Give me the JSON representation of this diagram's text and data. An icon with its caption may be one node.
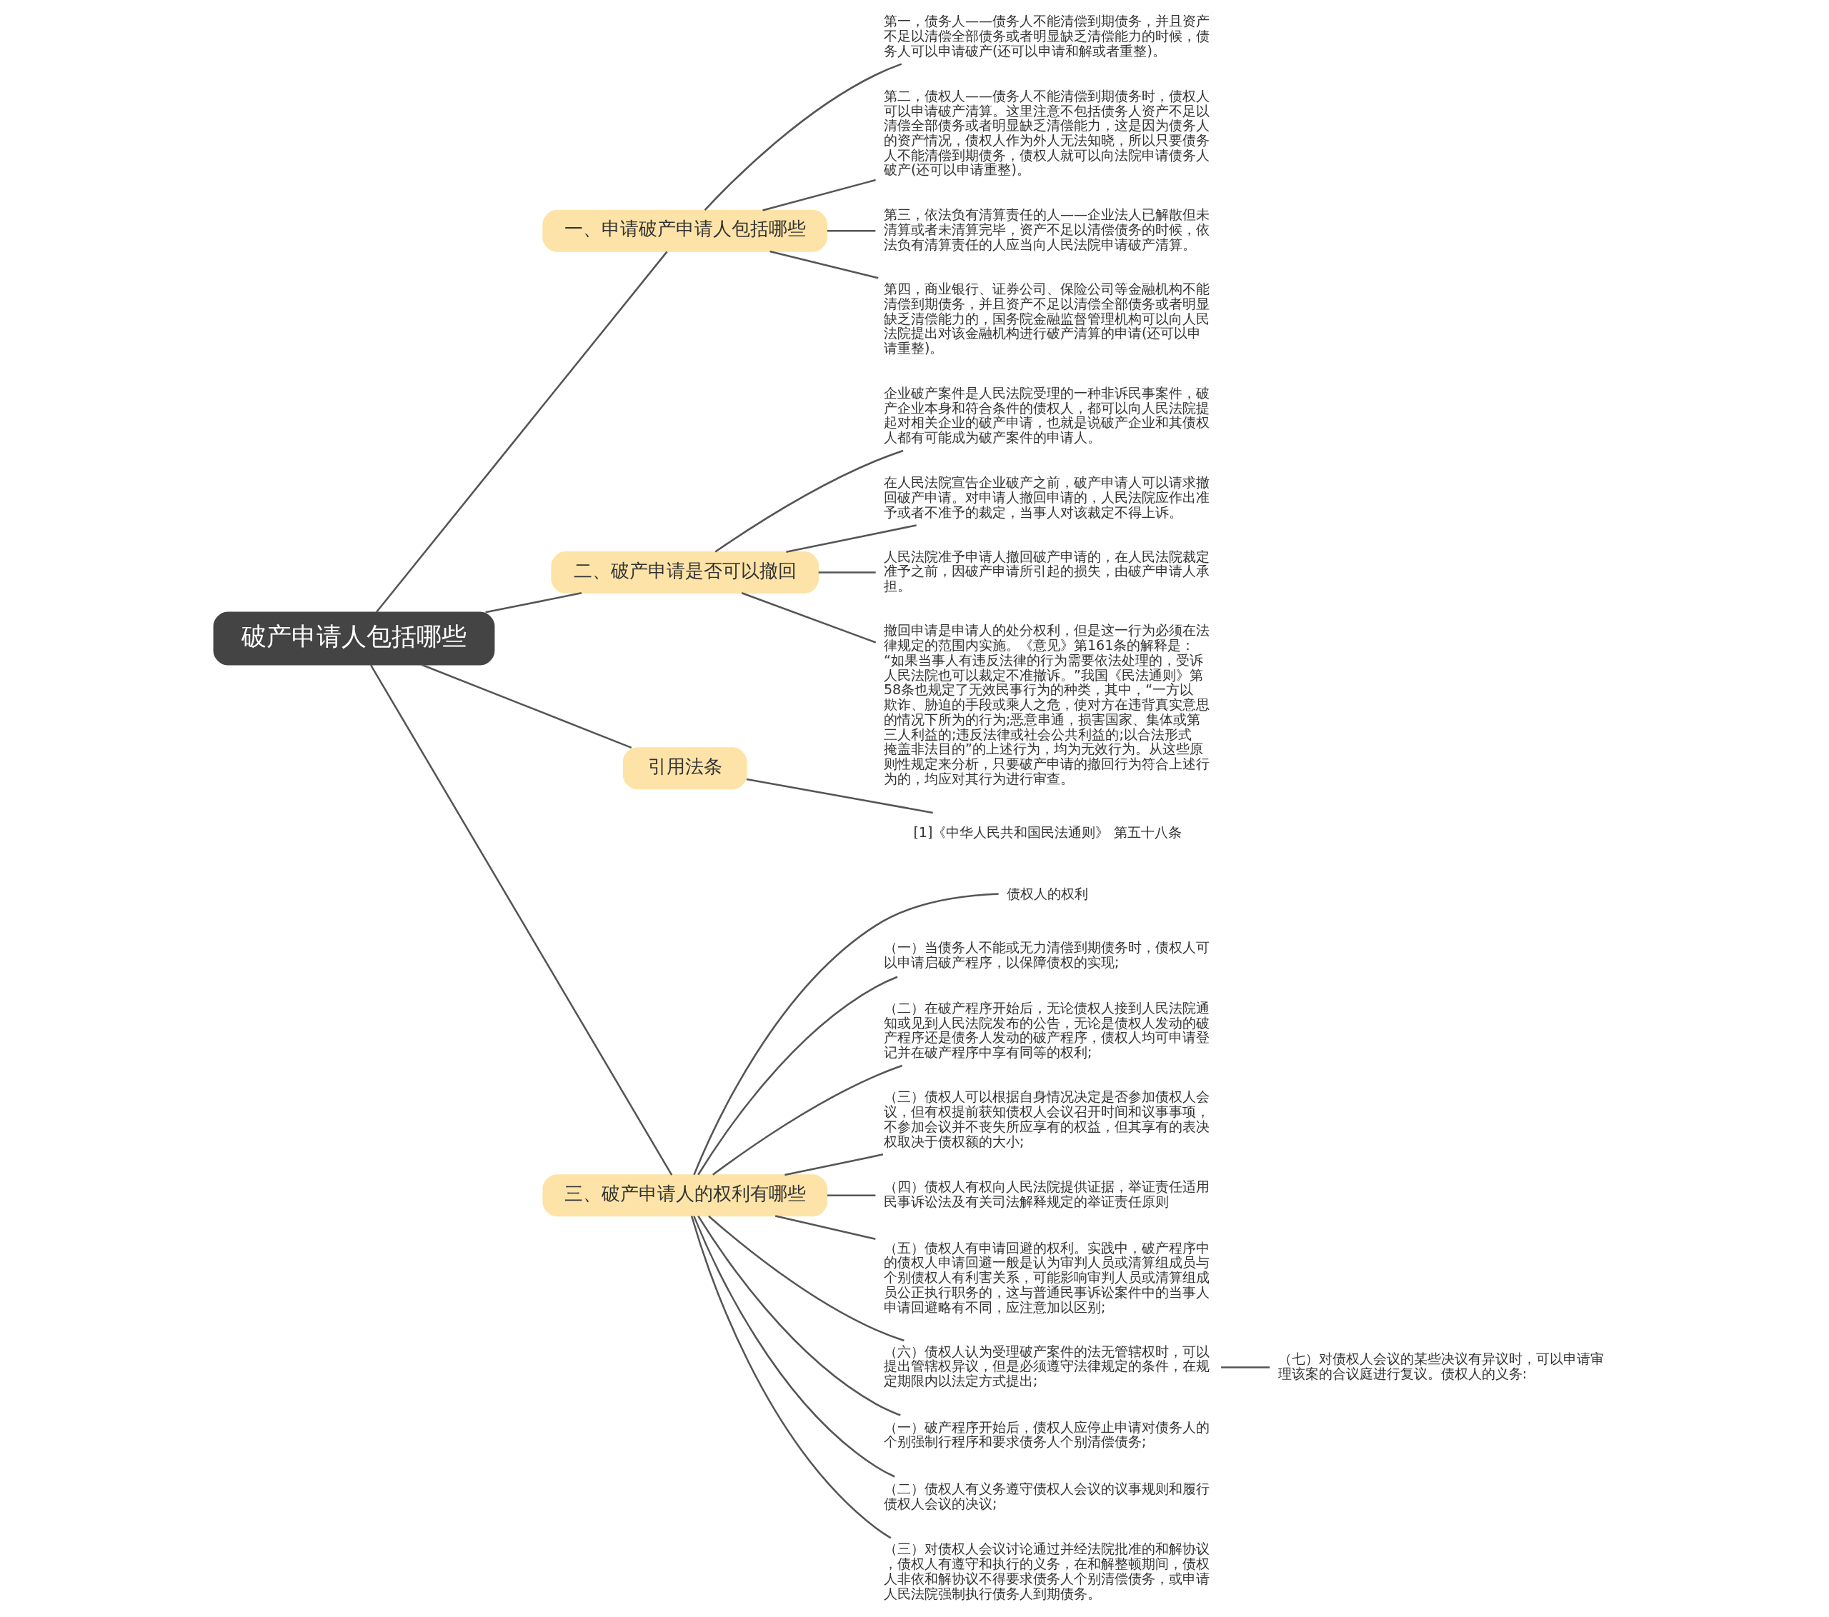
{
  "diagram": {
    "nodes": [
      {
        "text": [
          "破产申请人包括哪些"
        ]
      },
      {
        "text": [
          "一、申请破产申请人包括哪些"
        ]
      },
      {
        "text": [
          "第一，债务人——债务人不能清偿到期债务，并且资产不足以清偿全部债务或者明显缺乏清偿能力的时候，债务人可以申请破产(还可以申请和解或者重整)。"
        ]
      },
      {
        "text": [
          "第二，债权人——债务人不能清偿到期债务时，债权人可以申请破产清算。这里注意不包括债务人资产不足以清偿全部债务或者明显缺乏清偿能力，这是因为债务人的资产情况，债权人作为外人无法知晓，所以只要债务人不能清偿到期债务，债权人就可以向法院申请债务人破产(还可以申请重整)。"
        ]
      },
      {
        "text": [
          "第三，依法负有清算责任的人——企业法人已解散但未清算或者未清算完毕，资产不足以清偿债务的时候，依法负有清算责任的人应当向人民法院申请破产清算。"
        ]
      },
      {
        "text": [
          "第四，商业银行、证券公司、保险公司等金融机构不能清偿到期债务，并且资产不足以清偿全部债务或者明显缺乏清偿能力的，国务院金融监督管理机构可以向人民法院提出对该金融机构进行破产清算的申请(还可以申请重整)。"
        ]
      },
      {
        "text": [
          "二、破产申请是否可以撤回"
        ]
      },
      {
        "text": [
          "企业破产案件是人民法院受理的一种非诉民事案件，破产企业本身和符合条件的债权人，都可以向人民法院提起对相关企业的破产申请，也就是说破产企业和其债权人都有可能成为破产案件的申请人。"
        ]
      },
      {
        "text": [
          "在人民法院宣告企业破产之前，破产申请人可以请求撤回破产申请。对申请人撤回申请的，人民法院应作出准予或者不准予的裁定，当事人对该裁定不得上诉。"
        ]
      },
      {
        "text": [
          "人民法院准予申请人撤回破产申请的，在人民法院裁定准予之前，因破产申请所引起的损失，由破产申请人承担。"
        ]
      },
      {
        "text": [
          "撤回申请是申请人的处分权利，但是这一行为必须在法律规定的范围内实施。《意见》第161条的解释是：“如果当事人有违反法律的行为需要依法处理的，受诉人民法院也可以裁定不准撤诉。”我国《民法通则》第58条也规定了无效民事行为的种类，其中，“一方以欺诈、胁迫的手段或乘人之危，使对方在违背真实意思的情况下所为的行为;恶意串通，损害国家、集体或第三人利益的;违反法律或社会公共利益的;以合法形式掩盖非法目的”的上述行为，均为无效行为。从这些原则性规定来分析，只要破产申请的撤回行为符合上述行为的，均应对其行为进行审查。"
        ]
      },
      {
        "text": [
          "引用法条"
        ]
      },
      {
        "text": [
          "[1]《中华人民共和国民法通则》 第五十八条"
        ]
      },
      {
        "text": [
          "三、破产申请人的权利有哪些"
        ]
      },
      {
        "text": [
          "债权人的权利"
        ]
      },
      {
        "text": [
          "（一）当债务人不能或无力清偿到期债务时，债权人可以申请启破产程序，以保障债权的实现;"
        ]
      },
      {
        "text": [
          "（二）在破产程序开始后，无论债权人接到人民法院通知或见到人民法院发布的公告，无论是债权人发动的破产程序还是债务人发动的破产程序，债权人均可申请登记并在破产程序中享有同等的权利;"
        ]
      },
      {
        "text": [
          "（三）债权人可以根据自身情况决定是否参加债权人会议，但有权提前获知债权人会议召开时间和议事事项，不参加会议并不丧失所应享有的权益，但其享有的表决权取决于债权额的大小;"
        ]
      },
      {
        "text": [
          "（四）债权人有权向人民法院提供证据，举证责任适用民事诉讼法及有关司法解释规定的举证责任原则"
        ]
      },
      {
        "text": [
          "（五）债权人有申请回避的权利。实践中，破产程序中的债权人申请回避一般是认为审判人员或清算组成员与个别债权人有利害关系，可能影响审判人员或清算组成员公正执行职务的，这与普通民事诉讼案件中的当事人申请回避略有不同，应注意加以区别;"
        ]
      },
      {
        "text": [
          "（六）债权人认为受理破产案件的法无管辖权时，可以提出管辖权异议，但是必须遵守法律规定的条件，在规定期限内以法定方式提出;"
        ]
      },
      {
        "text": [
          "（七）对债权人会议的某些决议有异议时，可以申请审理该案的合议庭进行复议。债权人的义务:"
        ]
      },
      {
        "text": [
          "（一）破产程序开始后，债权人应停止申请对债务人的个别强制行程序和要求债务人个别清偿债务;"
        ]
      },
      {
        "text": [
          "（二）债权人有义务遵守债权人会议的议事规则和履行债权人会议的决议;"
        ]
      },
      {
        "text": [
          "（三）对债权人会议讨论通过并经法院批准的和解协议，债权人有遵守和执行的义务，在和解整顿期间，债权人非依和解协议不得要求债务人个别清偿债务，或申请人民法院强制执行债务人到期债务。"
        ]
      }
    ],
    "edges": [
      {
        "from": 0,
        "to": 1,
        "arrow": "none"
      },
      {
        "from": 1,
        "to": 2,
        "arrow": "none"
      },
      {
        "from": 1,
        "to": 3,
        "arrow": "none"
      },
      {
        "from": 1,
        "to": 4,
        "arrow": "none"
      },
      {
        "from": 1,
        "to": 5,
        "arrow": "none"
      },
      {
        "from": 0,
        "to": 6,
        "arrow": "none"
      },
      {
        "from": 6,
        "to": 7,
        "arrow": "none"
      },
      {
        "from": 6,
        "to": 8,
        "arrow": "none"
      },
      {
        "from": 6,
        "to": 9,
        "arrow": "none"
      },
      {
        "from": 6,
        "to": 10,
        "arrow": "none"
      },
      {
        "from": 0,
        "to": 11,
        "arrow": "none"
      },
      {
        "from": 11,
        "to": 12,
        "arrow": "none"
      },
      {
        "from": 0,
        "to": 13,
        "arrow": "none"
      },
      {
        "from": 13,
        "to": 14,
        "arrow": "none"
      },
      {
        "from": 13,
        "to": 15,
        "arrow": "none"
      },
      {
        "from": 13,
        "to": 16,
        "arrow": "none"
      },
      {
        "from": 13,
        "to": 17,
        "arrow": "none"
      },
      {
        "from": 13,
        "to": 18,
        "arrow": "none"
      },
      {
        "from": 13,
        "to": 19,
        "arrow": "none"
      },
      {
        "from": 13,
        "to": 20,
        "arrow": "none"
      },
      {
        "from": 20,
        "to": 21,
        "arrow": "none"
      },
      {
        "from": 13,
        "to": 22,
        "arrow": "none"
      },
      {
        "from": 13,
        "to": 23,
        "arrow": "none"
      },
      {
        "from": 13,
        "to": 24,
        "arrow": "none"
      }
    ]
  }
}
